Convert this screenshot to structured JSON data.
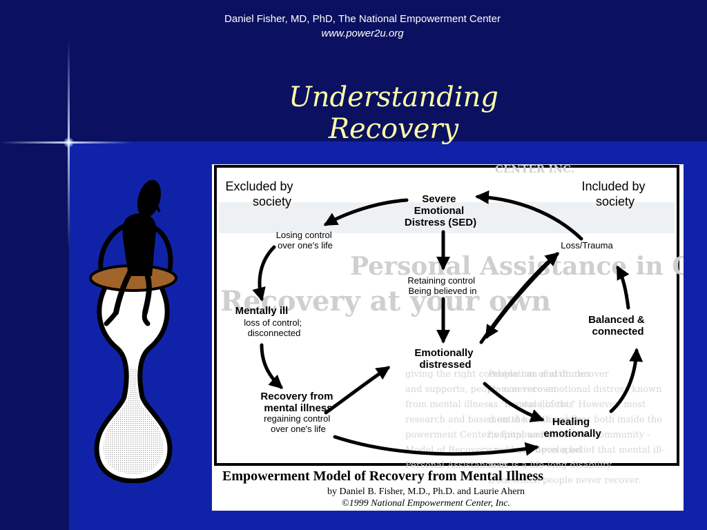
{
  "header": {
    "line1": "Daniel Fisher, MD, PhD,  The National Empowerment Center",
    "line2": "www.power2u.org"
  },
  "slide": {
    "title": "Understanding Recovery"
  },
  "diagram": {
    "corner_left": [
      "Excluded by",
      "society"
    ],
    "corner_right": [
      "Included by",
      "society"
    ],
    "nodes": {
      "sed": [
        "Severe",
        "Emotional",
        "Distress (SED)"
      ],
      "losing_control": [
        "Losing control",
        "over one's life"
      ],
      "loss_trauma": "Loss/Trauma",
      "retaining": [
        "Retaining control",
        "Being believed in"
      ],
      "mentally_ill_title": "Mentally ill",
      "mentally_ill_sub": [
        "loss of control;",
        "disconnected"
      ],
      "balanced": [
        "Balanced &",
        "connected"
      ],
      "emotionally": [
        "Emotionally",
        "distressed"
      ],
      "recovery_title": [
        "Recovery from",
        "mental illness"
      ],
      "recovery_sub": [
        "regaining control",
        "over one's life"
      ],
      "healing": [
        "Healing",
        "emotionally"
      ]
    },
    "caption": {
      "title": "Empowerment Model of Recovery from Mental Illness",
      "authors": "by Daniel B. Fisher, M.D., Ph.D. and Laurie Ahern",
      "copyright": "©1999 National Empowerment Center, Inc."
    },
    "background_text": {
      "arc": "CENTER INC.",
      "line1": "Personal Assistance in Community",
      "line2": "Recovery at your own",
      "para_left": [
        "giving the right combination of attitudes",
        "and supports, people can recover",
        "from mental illness... Because of this",
        "research and based on the National Em",
        "powerment Center's Empowerment",
        "Model of Recovery, we have developed",
        "Personal Assistance in"
      ],
      "para_right": [
        "People can and do recover",
        "from severe emotional distress known",
        "as \"mental illness.\" However, most",
        "mental health services both inside the",
        "hospital and out in the community -",
        "are based upon a belief that mental ill-",
        "ness is a life-long disability",
        "from which people never recover."
      ]
    }
  }
}
